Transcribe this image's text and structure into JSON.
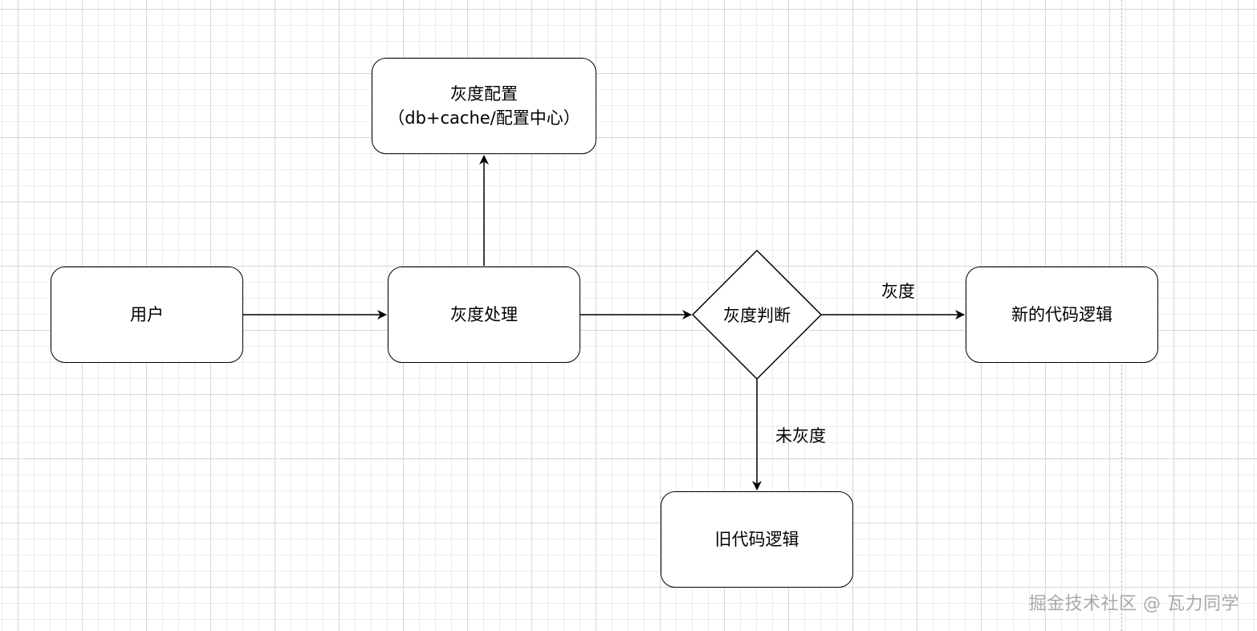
{
  "nodes": {
    "user": {
      "label": "用户"
    },
    "gray_config": {
      "label": "灰度配置\n（db+cache/配置中心）"
    },
    "gray_process": {
      "label": "灰度处理"
    },
    "gray_decision": {
      "label": "灰度判断"
    },
    "new_logic": {
      "label": "新的代码逻辑"
    },
    "old_logic": {
      "label": "旧代码逻辑"
    }
  },
  "edges": [
    {
      "from": "user",
      "to": "gray_process",
      "label": ""
    },
    {
      "from": "gray_process",
      "to": "gray_config",
      "label": ""
    },
    {
      "from": "gray_process",
      "to": "gray_decision",
      "label": ""
    },
    {
      "from": "gray_decision",
      "to": "new_logic",
      "label": "灰度"
    },
    {
      "from": "gray_decision",
      "to": "old_logic",
      "label": "未灰度"
    }
  ],
  "watermark": "掘金技术社区 @ 瓦力同学",
  "colors": {
    "stroke": "#000000",
    "grid_major": "#d6d6d6",
    "grid_minor": "#ececec",
    "watermark": "#a9a9a9"
  }
}
